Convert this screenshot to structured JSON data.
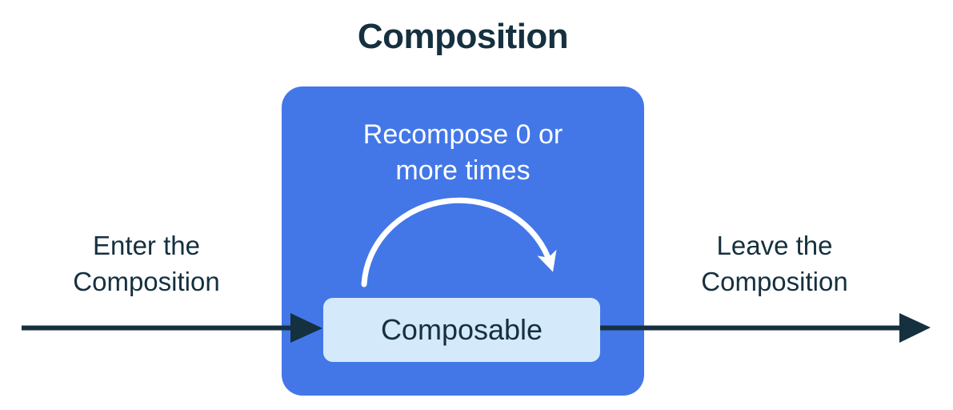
{
  "title": "Composition",
  "box": {
    "recompose_label": "Recompose 0 or\nmore times",
    "composable_label": "Composable"
  },
  "flow": {
    "enter_label": "Enter the\nComposition",
    "leave_label": "Leave the\nComposition"
  },
  "colors": {
    "box_blue": "#4377e8",
    "composable_bg": "#d4eafb",
    "ink": "#15303f",
    "arrow_white": "#ffffff",
    "background": "#ffffff"
  }
}
